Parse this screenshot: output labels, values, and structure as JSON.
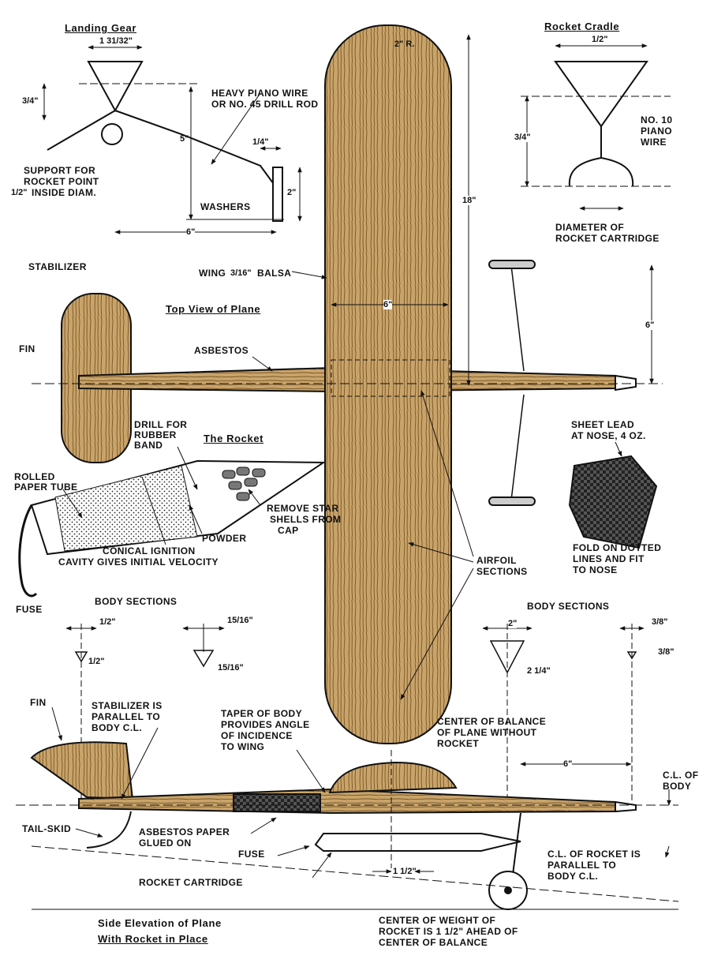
{
  "titles": {
    "landing_gear": "Landing Gear",
    "rocket_cradle": "Rocket Cradle",
    "top_view": "Top View of Plane",
    "the_rocket": "The Rocket",
    "side_elevation_line1": "Side Elevation of Plane",
    "side_elevation_line2": "With Rocket in Place"
  },
  "landing_gear": {
    "dim_top": "1 31/32\"",
    "dim_height": "3/4\"",
    "dim_5": "5\"",
    "dim_6": "6\"",
    "dim_quarter": "1/4\"",
    "dim_2": "2\"",
    "wire_note_1": "Heavy piano wire",
    "wire_note_2": "or No. 45 drill rod",
    "support_1": "Support for",
    "support_2": "rocket point",
    "support_3": "inside diam.",
    "support_dim": "1/2\"",
    "washers": "Washers"
  },
  "rocket_cradle": {
    "dim_top": "1/2\"",
    "dim_height": "3/4\"",
    "wire_1": "No. 10",
    "wire_2": "piano",
    "wire_3": "wire",
    "diam_1": "Diameter of",
    "diam_2": "rocket cartridge"
  },
  "top_view": {
    "stabilizer": "Stabilizer",
    "fin": "Fin",
    "asbestos": "Asbestos",
    "wing_1": "Wing",
    "wing_2": "3/16\"",
    "wing_3": "balsa",
    "dim_2r": "2\" R.",
    "dim_18": "18\"",
    "dim_6_wing": "6\"",
    "dim_6_gear": "6\"",
    "sheet_lead_1": "Sheet lead",
    "sheet_lead_2": "at nose, 4 oz.",
    "fold_1": "Fold on dotted",
    "fold_2": "lines and fit",
    "fold_3": "to nose",
    "airfoil_1": "Airfoil",
    "airfoil_2": "sections"
  },
  "rocket": {
    "drill_1": "Drill for",
    "drill_2": "rubber",
    "drill_3": "band",
    "rolled_1": "Rolled",
    "rolled_2": "paper tube",
    "remove_1": "Remove star",
    "remove_2": "shells from",
    "remove_3": "cap",
    "powder": "Powder",
    "conical": "Conical ignition",
    "cavity": "cavity gives initial velocity",
    "fuse": "Fuse"
  },
  "body_sections": {
    "label_left": "Body sections",
    "label_right": "Body sections",
    "s1_w": "1/2\"",
    "s1_side": "1/2\"",
    "s2_w": "15/16\"",
    "s2_side": "15/16\"",
    "s3_w": "2\"",
    "s3_side": "2 1/4\"",
    "s4_w": "3/8\"",
    "s4_side": "3/8\""
  },
  "side_elevation": {
    "fin": "Fin",
    "stab_1": "Stabilizer is",
    "stab_2": "parallel to",
    "stab_3": "body C.L.",
    "taper_1": "Taper of body",
    "taper_2": "provides angle",
    "taper_3": "of incidence",
    "taper_4": "to wing",
    "cob_1": "Center of balance",
    "cob_2": "of plane without",
    "cob_3": "rocket",
    "dim_6": "6\"",
    "cl_body_1": "C.L. of",
    "cl_body_2": "body",
    "tail_skid": "Tail-skid",
    "asbestos_1": "Asbestos paper",
    "asbestos_2": "glued on",
    "fuse": "Fuse",
    "cartridge": "Rocket cartridge",
    "dim_1half": "1 1/2\"",
    "cl_rocket_1": "C.L. of rocket is",
    "cl_rocket_2": "parallel to",
    "cl_rocket_3": "body C.L.",
    "cow_1": "Center of weight of",
    "cow_2": "rocket is 1 1/2\" ahead of",
    "cow_3": "center of balance"
  }
}
